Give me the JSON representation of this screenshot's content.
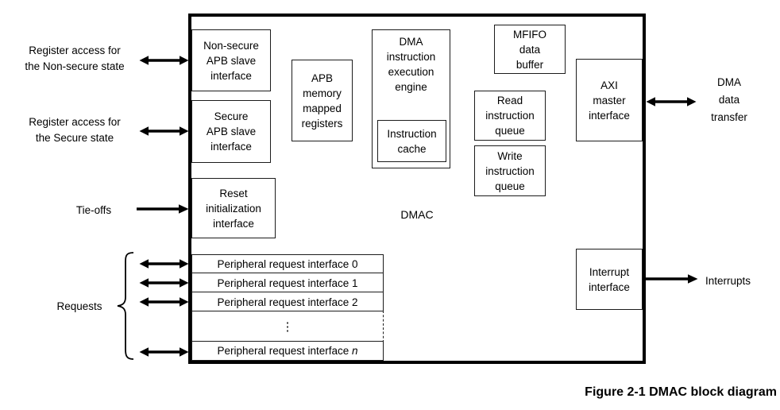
{
  "figure_caption": "Figure 2-1 DMAC block diagram",
  "diagram": {
    "chip_label": "DMAC",
    "blocks": {
      "non_secure_apb": "Non-secure\nAPB slave\ninterface",
      "secure_apb": "Secure\nAPB slave\ninterface",
      "reset_init": "Reset\ninitialization\ninterface",
      "apb_registers": "APB\nmemory\nmapped\nregisters",
      "dma_engine": "DMA\ninstruction\nexecution\nengine",
      "instruction_cache": "Instruction\ncache",
      "mfifo": "MFIFO\ndata\nbuffer",
      "read_queue": "Read\ninstruction\nqueue",
      "write_queue": "Write\ninstruction\nqueue",
      "axi_master": "AXI\nmaster\ninterface",
      "interrupt_interface": "Interrupt\ninterface"
    },
    "peripheral_rows": {
      "row0": "Peripheral request interface 0",
      "row1": "Peripheral request interface 1",
      "row2": "Peripheral request interface 2",
      "ellipsis": "⋮",
      "rown_prefix": "Peripheral request interface",
      "rown_var": "n"
    },
    "external_labels": {
      "register_access_non_secure": "Register access for\nthe Non-secure state",
      "register_access_secure": "Register access for\nthe Secure state",
      "tie_offs": "Tie-offs",
      "requests": "Requests",
      "dma_data_transfer": "DMA\ndata\ntransfer",
      "interrupts": "Interrupts"
    },
    "colors": {
      "line": "#000000",
      "text": "#000000",
      "background": "#ffffff"
    }
  }
}
